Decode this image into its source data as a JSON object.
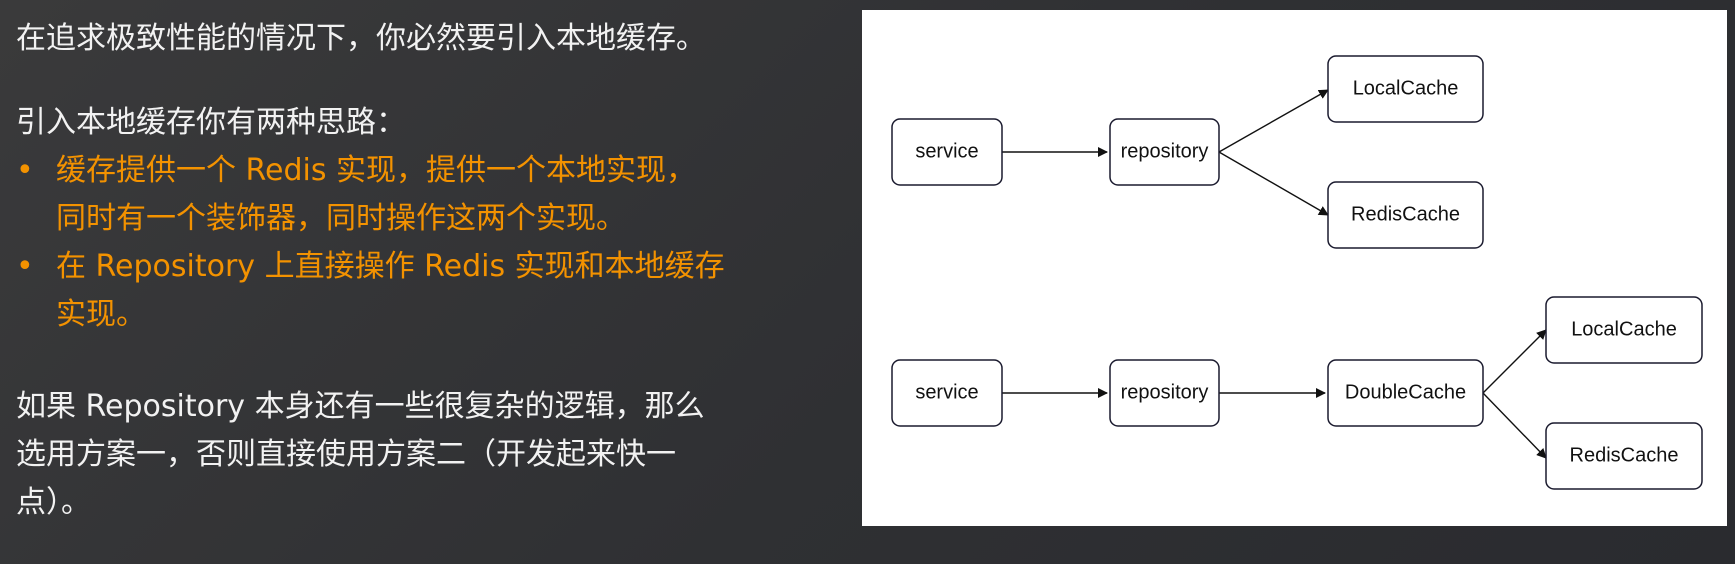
{
  "text": {
    "line1": "在追求极致性能的情况下，你必然要引入本地缓存。",
    "intro": "引入本地缓存你有两种思路：",
    "bullet_symbol": "•",
    "bullets": [
      {
        "lines": [
          "缓存提供一个 Redis 实现，提供一个本地实现，",
          "同时有一个装饰器，同时操作这两个实现。"
        ]
      },
      {
        "lines": [
          "在 Repository 上直接操作 Redis 实现和本地缓存",
          "实现。"
        ]
      }
    ],
    "conclusion_lines": [
      "如果 Repository 本身还有一些很复杂的逻辑，那么",
      "选用方案一，否则直接使用方案二（开发起来快一",
      "点）。"
    ]
  },
  "colors": {
    "text": "#f2f2f2",
    "accent": "#f39200",
    "background": "#333437",
    "diagram_bg": "#ffffff",
    "node_border": "#1a1a2e"
  },
  "diagram": {
    "top": {
      "service": "service",
      "repository": "repository",
      "local_cache": "LocalCache",
      "redis_cache": "RedisCache"
    },
    "bottom": {
      "service": "service",
      "repository": "repository",
      "double_cache": "DoubleCache",
      "local_cache": "LocalCache",
      "redis_cache": "RedisCache"
    }
  }
}
